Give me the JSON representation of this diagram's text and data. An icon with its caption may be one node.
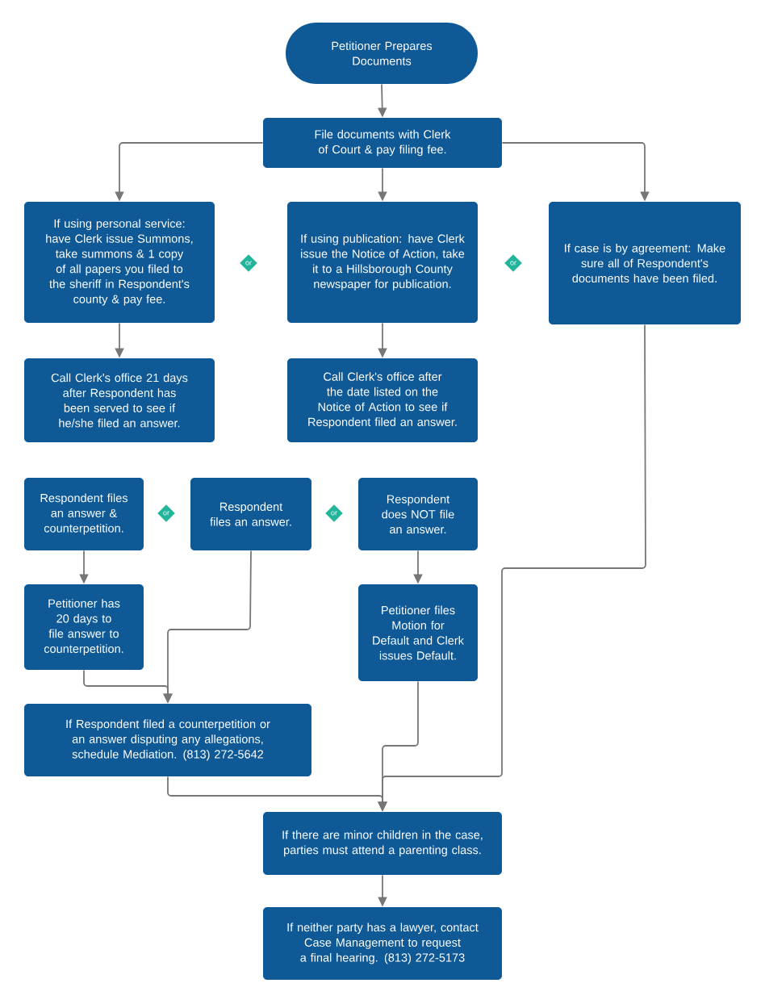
{
  "diagram": {
    "nodes": [
      {
        "text": [
          "Petitioner Prepares Documents"
        ]
      },
      {
        "text": [
          "File documents with Clerk of Court & pay filing fee."
        ]
      },
      {
        "text": [
          "If using personal service: have Clerk issue Summons, take summons & 1 copy of all papers you filed to the sheriff in Respondent's county & pay fee."
        ]
      },
      {
        "text": [
          "If using publication: have Clerk issue the Notice of Action, take it to a Hillsborough County newspaper for publication."
        ]
      },
      {
        "text": [
          "If case is by agreement: Make sure all of Respondent's documents have been filed."
        ]
      },
      {
        "text": [
          "or"
        ]
      },
      {
        "text": [
          "or"
        ]
      },
      {
        "text": [
          "Call Clerk's office 21 days after Respondent has been served to see if he/she filed an answer."
        ]
      },
      {
        "text": [
          "Call Clerk's office after the date listed on the Notice of Action to see if Respondent filed an answer."
        ]
      },
      {
        "text": [
          "Respondent files an answer & counterpetition."
        ]
      },
      {
        "text": [
          "or"
        ]
      },
      {
        "text": [
          "Respondent files an answer."
        ]
      },
      {
        "text": [
          "or"
        ]
      },
      {
        "text": [
          "Respondent does NOT file an answer."
        ]
      },
      {
        "text": [
          "Petitioner has 20 days to file answer to counterpetition."
        ]
      },
      {
        "text": [
          "Petitioner files Motion for Default and Clerk issues Default."
        ]
      },
      {
        "text": [
          "If Respondent filed a counterpetition or an answer disputing any allegations, schedule Mediation. (813) 272-5642"
        ]
      },
      {
        "text": [
          "If there are minor children in the case, parties must attend a parenting class."
        ]
      },
      {
        "text": [
          "If neither party has a lawyer, contact Case Management to request a final hearing. (813) 272-5173"
        ]
      }
    ],
    "edges": [
      {
        "from": 0,
        "to": 1,
        "arrow": "to"
      },
      {
        "from": 1,
        "to": 2,
        "arrow": "to"
      },
      {
        "from": 1,
        "to": 3,
        "arrow": "to"
      },
      {
        "from": 1,
        "to": 4,
        "arrow": "to"
      },
      {
        "from": 2,
        "to": 7,
        "arrow": "to"
      },
      {
        "from": 3,
        "to": 8,
        "arrow": "to"
      },
      {
        "from": 9,
        "to": 14,
        "arrow": "to"
      },
      {
        "from": 13,
        "to": 15,
        "arrow": "to"
      },
      {
        "from": 14,
        "to": 16,
        "arrow": "to"
      },
      {
        "from": 11,
        "to": 16,
        "arrow": "to"
      },
      {
        "from": 16,
        "to": 17,
        "arrow": "to"
      },
      {
        "from": 15,
        "to": 17,
        "arrow": "to"
      },
      {
        "from": 4,
        "to": 17,
        "arrow": "to"
      },
      {
        "from": 17,
        "to": 18,
        "arrow": "to"
      }
    ]
  }
}
